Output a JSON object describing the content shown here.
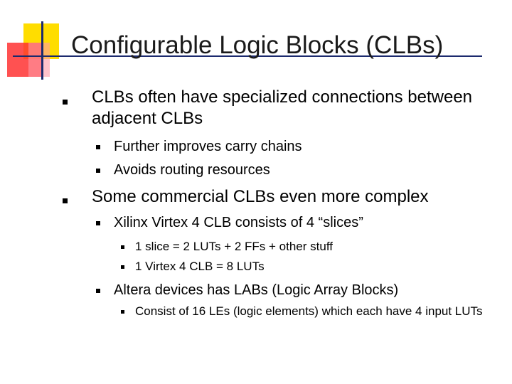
{
  "slide": {
    "title": "Configurable Logic Blocks (CLBs)",
    "bullets": [
      {
        "text": "CLBs often have specialized connections between adjacent CLBs",
        "sub": [
          {
            "text": "Further improves carry chains"
          },
          {
            "text": "Avoids routing resources"
          }
        ]
      },
      {
        "text": "Some commercial CLBs even more complex",
        "sub": [
          {
            "text": "Xilinx Virtex 4 CLB consists of 4 “slices”",
            "sub": [
              {
                "text": "1 slice = 2 LUTs + 2 FFs + other stuff"
              },
              {
                "text": "1 Virtex 4 CLB = 8 LUTs"
              }
            ]
          },
          {
            "text": "Altera devices has LABs (Logic Array Blocks)",
            "sub": [
              {
                "text": "Consist of 16 LEs (logic elements) which each have 4 input LUTs"
              }
            ]
          }
        ]
      }
    ]
  }
}
